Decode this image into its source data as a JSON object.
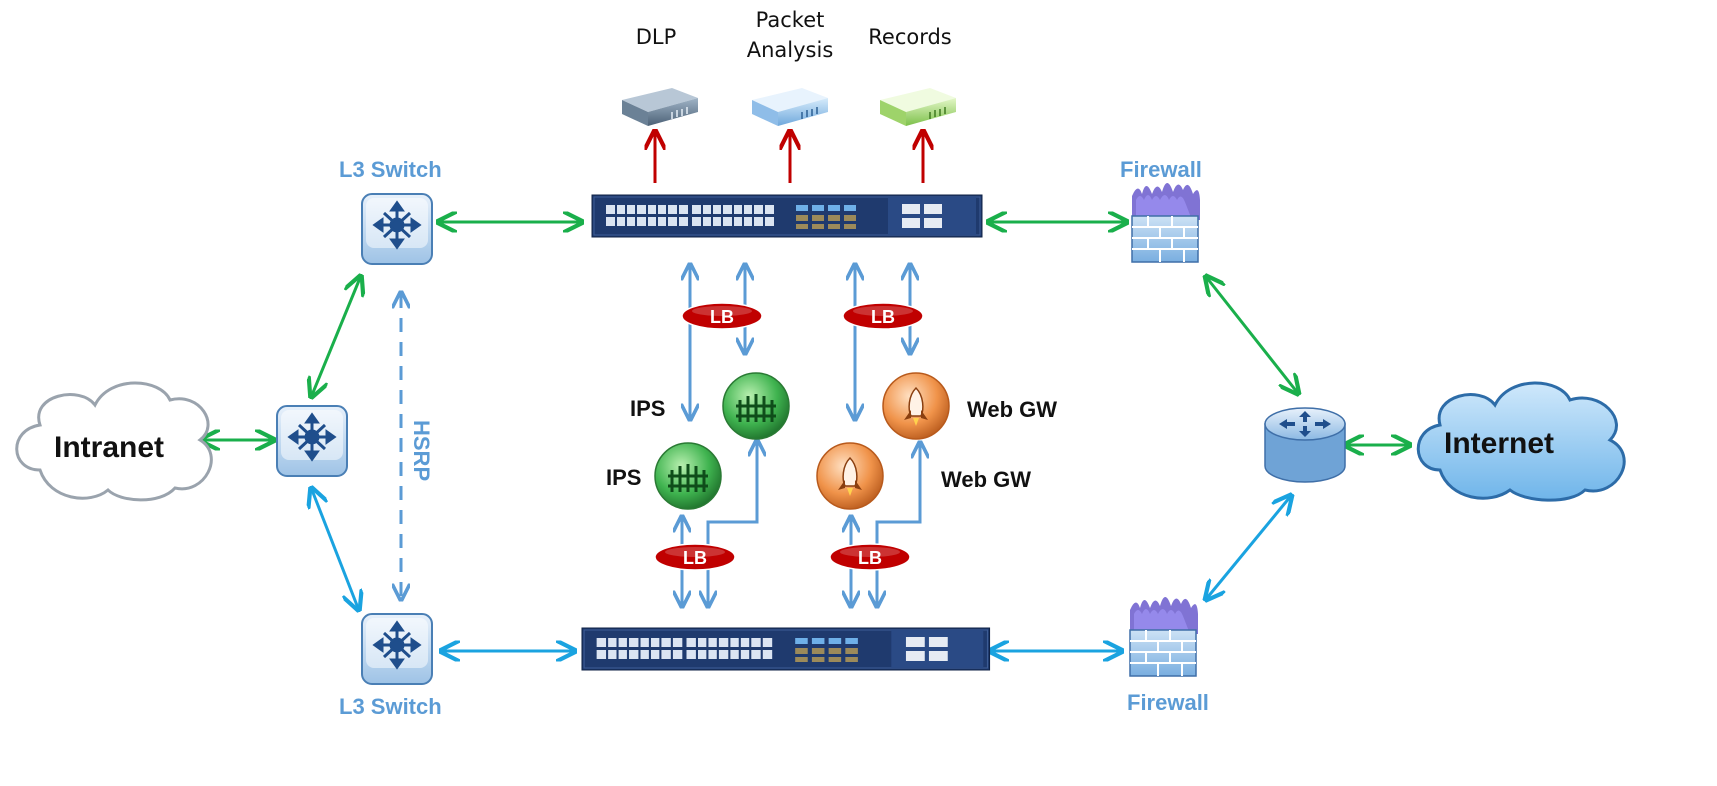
{
  "tools": {
    "dlp": "DLP",
    "packet_analysis_line1": "Packet",
    "packet_analysis_line2": "Analysis",
    "records": "Records"
  },
  "labels": {
    "l3_switch_top": "L3 Switch",
    "l3_switch_bottom": "L3 Switch",
    "firewall_top": "Firewall",
    "firewall_bottom": "Firewall",
    "hsrp": "HSRP",
    "intranet": "Intranet",
    "internet": "Internet",
    "ips_upper": "IPS",
    "ips_lower": "IPS",
    "web_gw_upper": "Web GW",
    "web_gw_lower": "Web GW",
    "lb": "LB"
  },
  "colors": {
    "green_link": "#1aaf4b",
    "blue_link": "#1aa3e0",
    "tool_link": "#c00000",
    "inline_link": "#5b9bd5",
    "lb_fill": "#c00000",
    "hsrp": "#5b9bd5",
    "switch_body": "#1f3a6e",
    "label_blue": "#5b9bd5"
  }
}
